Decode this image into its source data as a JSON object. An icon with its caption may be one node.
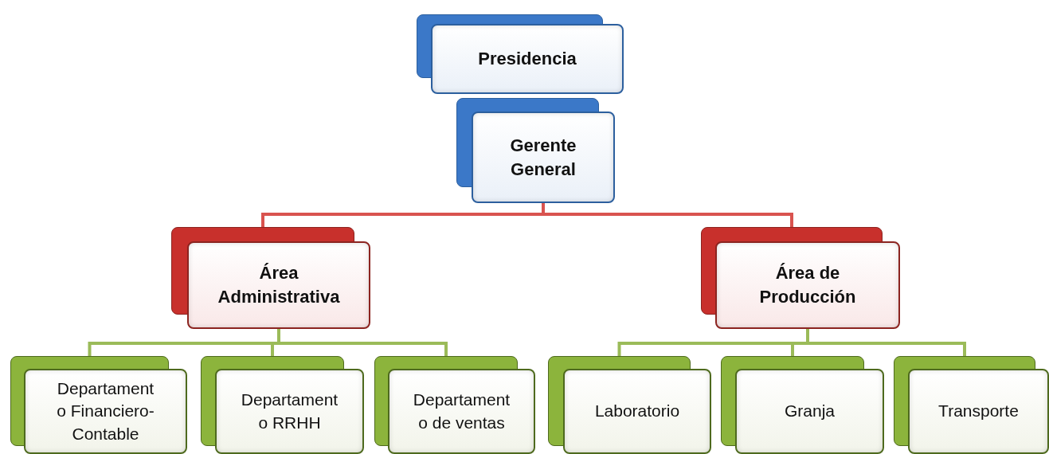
{
  "diagram": {
    "nodes": [
      {
        "text": [
          "Presidencia"
        ]
      },
      {
        "text": [
          "Gerente General"
        ]
      },
      {
        "text": [
          "Área Administrativa"
        ]
      },
      {
        "text": [
          "Área de Producción"
        ]
      },
      {
        "text": [
          "Departamento Financiero-Contable"
        ]
      },
      {
        "text": [
          "Departamento RRHH"
        ]
      },
      {
        "text": [
          "Departamento de ventas"
        ]
      },
      {
        "text": [
          "Laboratorio"
        ]
      },
      {
        "text": [
          "Granja"
        ]
      },
      {
        "text": [
          "Transporte"
        ]
      }
    ],
    "edges": [
      {
        "from": 1,
        "to": 2,
        "arrow": "none",
        "color": "#d9534f"
      },
      {
        "from": 1,
        "to": 3,
        "arrow": "none",
        "color": "#d9534f"
      },
      {
        "from": 2,
        "to": 4,
        "arrow": "none"
      },
      {
        "from": 2,
        "to": 5,
        "arrow": "none"
      },
      {
        "from": 2,
        "to": 6,
        "arrow": "none"
      },
      {
        "from": 3,
        "to": 7,
        "arrow": "none"
      },
      {
        "from": 3,
        "to": 8,
        "arrow": "none"
      },
      {
        "from": 3,
        "to": 9,
        "arrow": "none"
      }
    ]
  }
}
